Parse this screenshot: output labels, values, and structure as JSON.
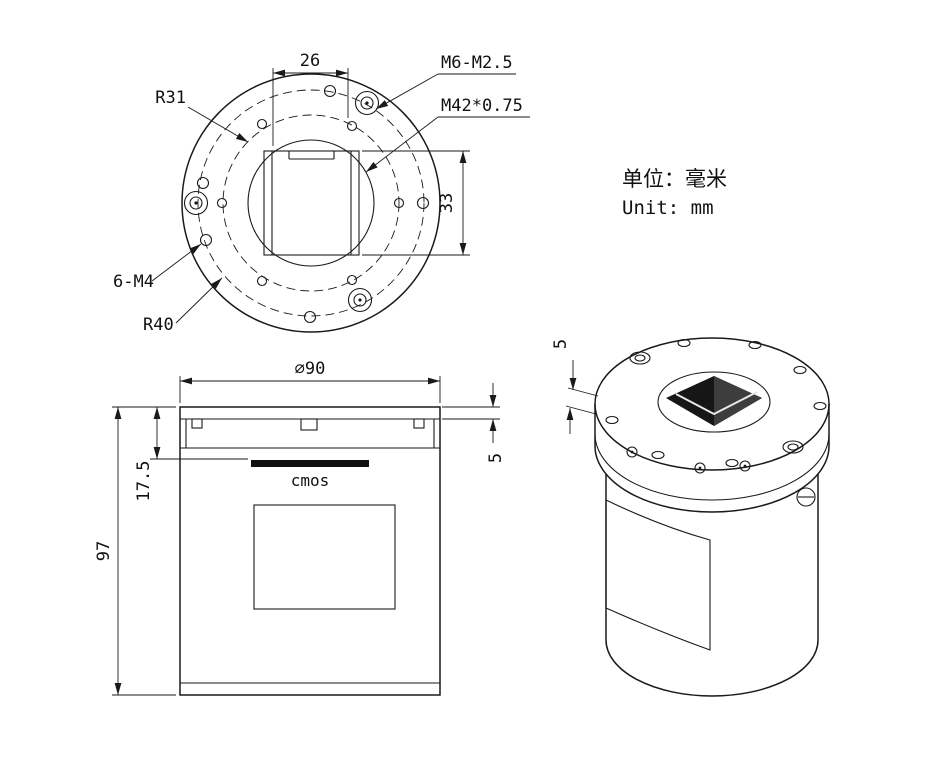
{
  "unit": {
    "cn": "单位：毫米",
    "en": "Unit: mm"
  },
  "top": {
    "dim26": "26",
    "dim33": "33",
    "r31": "R31",
    "m6": "M6-M2.5",
    "m42": "M42*0.75",
    "m4": "6-M4",
    "r40": "R40"
  },
  "front": {
    "dia": "⌀90",
    "h97": "97",
    "d175": "17.5",
    "t5": "5",
    "cmos": "cmos"
  },
  "iso": {
    "t5": "5"
  },
  "colors": {
    "line": "#1a1a1a",
    "background": "#ffffff",
    "sensor_bar": "#111111"
  }
}
